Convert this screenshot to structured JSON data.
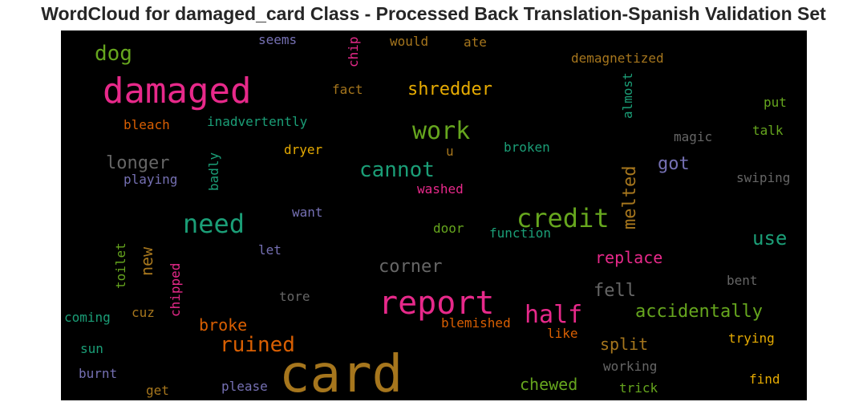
{
  "chart_data": {
    "type": "wordcloud",
    "title": "WordCloud for damaged_card Class - Processed Back Translation-Spanish Validation Set",
    "background": "#000000",
    "palette": [
      "#e7298a",
      "#66a61e",
      "#1b9e77",
      "#a6761d",
      "#7570b3",
      "#d95f02",
      "#e6ab02",
      "#666666"
    ],
    "words": [
      {
        "text": "card",
        "size": 64,
        "color": "#a6761d"
      },
      {
        "text": "damaged",
        "size": 44,
        "color": "#e7298a"
      },
      {
        "text": "report",
        "size": 40,
        "color": "#e7298a"
      },
      {
        "text": "credit",
        "size": 32,
        "color": "#66a61e"
      },
      {
        "text": "need",
        "size": 32,
        "color": "#1b9e77"
      },
      {
        "text": "half",
        "size": 30,
        "color": "#e7298a"
      },
      {
        "text": "work",
        "size": 30,
        "color": "#66a61e"
      },
      {
        "text": "cannot",
        "size": 26,
        "color": "#1b9e77"
      },
      {
        "text": "dog",
        "size": 26,
        "color": "#66a61e"
      },
      {
        "text": "ruined",
        "size": 26,
        "color": "#d95f02"
      },
      {
        "text": "longer",
        "size": 22,
        "color": "#666666"
      },
      {
        "text": "shredder",
        "size": 22,
        "color": "#e6ab02"
      },
      {
        "text": "got",
        "size": 22,
        "color": "#7570b3"
      },
      {
        "text": "use",
        "size": 24,
        "color": "#1b9e77"
      },
      {
        "text": "melted",
        "size": 22,
        "color": "#a6761d"
      },
      {
        "text": "corner",
        "size": 22,
        "color": "#666666"
      },
      {
        "text": "fell",
        "size": 22,
        "color": "#666666"
      },
      {
        "text": "replace",
        "size": 20,
        "color": "#e7298a"
      },
      {
        "text": "accidentally",
        "size": 22,
        "color": "#66a61e"
      },
      {
        "text": "broke",
        "size": 20,
        "color": "#d95f02"
      },
      {
        "text": "split",
        "size": 20,
        "color": "#a6761d"
      },
      {
        "text": "chewed",
        "size": 20,
        "color": "#66a61e"
      },
      {
        "text": "new",
        "size": 20,
        "color": "#a6761d"
      },
      {
        "text": "demagnetized",
        "size": 16,
        "color": "#a6761d"
      },
      {
        "text": "inadvertently",
        "size": 16,
        "color": "#1b9e77"
      },
      {
        "text": "bleach",
        "size": 16,
        "color": "#d95f02"
      },
      {
        "text": "fact",
        "size": 16,
        "color": "#a6761d"
      },
      {
        "text": "seems",
        "size": 16,
        "color": "#7570b3"
      },
      {
        "text": "would",
        "size": 16,
        "color": "#a6761d"
      },
      {
        "text": "ate",
        "size": 16,
        "color": "#a6761d"
      },
      {
        "text": "chip",
        "size": 16,
        "color": "#e7298a"
      },
      {
        "text": "almost",
        "size": 16,
        "color": "#1b9e77"
      },
      {
        "text": "put",
        "size": 16,
        "color": "#66a61e"
      },
      {
        "text": "talk",
        "size": 16,
        "color": "#66a61e"
      },
      {
        "text": "magic",
        "size": 16,
        "color": "#666666"
      },
      {
        "text": "dryer",
        "size": 16,
        "color": "#e6ab02"
      },
      {
        "text": "u",
        "size": 16,
        "color": "#a6761d"
      },
      {
        "text": "broken",
        "size": 16,
        "color": "#1b9e77"
      },
      {
        "text": "playing",
        "size": 16,
        "color": "#7570b3"
      },
      {
        "text": "badly",
        "size": 16,
        "color": "#1b9e77"
      },
      {
        "text": "washed",
        "size": 16,
        "color": "#e7298a"
      },
      {
        "text": "swiping",
        "size": 16,
        "color": "#666666"
      },
      {
        "text": "want",
        "size": 16,
        "color": "#7570b3"
      },
      {
        "text": "door",
        "size": 16,
        "color": "#66a61e"
      },
      {
        "text": "function",
        "size": 16,
        "color": "#1b9e77"
      },
      {
        "text": "toilet",
        "size": 16,
        "color": "#66a61e"
      },
      {
        "text": "let",
        "size": 16,
        "color": "#7570b3"
      },
      {
        "text": "chipped",
        "size": 16,
        "color": "#e7298a"
      },
      {
        "text": "bent",
        "size": 16,
        "color": "#666666"
      },
      {
        "text": "tore",
        "size": 16,
        "color": "#666666"
      },
      {
        "text": "coming",
        "size": 16,
        "color": "#1b9e77"
      },
      {
        "text": "cuz",
        "size": 16,
        "color": "#a6761d"
      },
      {
        "text": "blemished",
        "size": 16,
        "color": "#d95f02"
      },
      {
        "text": "like",
        "size": 16,
        "color": "#d95f02"
      },
      {
        "text": "trying",
        "size": 16,
        "color": "#e6ab02"
      },
      {
        "text": "sun",
        "size": 16,
        "color": "#1b9e77"
      },
      {
        "text": "burnt",
        "size": 16,
        "color": "#7570b3"
      },
      {
        "text": "working",
        "size": 16,
        "color": "#666666"
      },
      {
        "text": "find",
        "size": 16,
        "color": "#e6ab02"
      },
      {
        "text": "get",
        "size": 16,
        "color": "#a6761d"
      },
      {
        "text": "please",
        "size": 16,
        "color": "#7570b3"
      },
      {
        "text": "trick",
        "size": 16,
        "color": "#66a61e"
      }
    ]
  }
}
